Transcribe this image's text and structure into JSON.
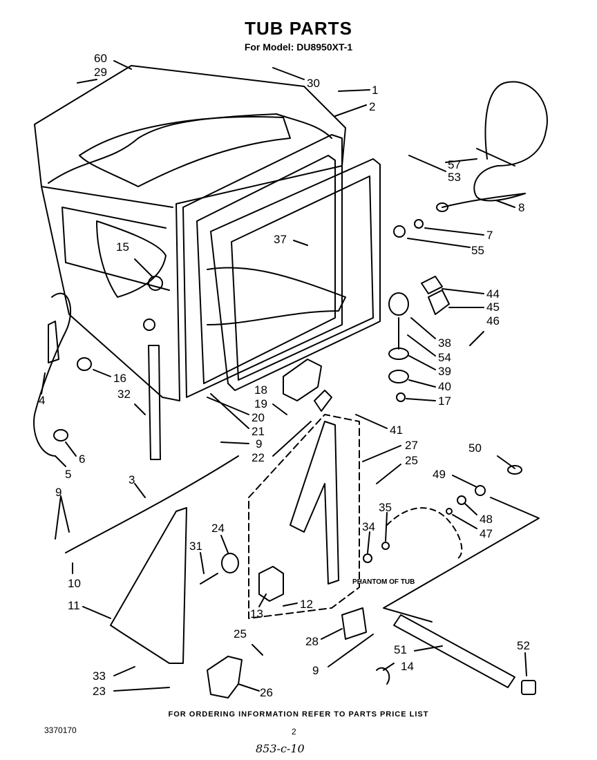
{
  "title": "TUB PARTS",
  "subtitle": "For Model: DU8950XT-1",
  "footer_note": "FOR ORDERING INFORMATION REFER TO PARTS PRICE LIST",
  "doc_number": "3370170",
  "page_number": "2",
  "handwritten_note": "853-c-10",
  "phantom_label": "PHANTOM OF TUB",
  "callouts": [
    "60",
    "29",
    "30",
    "1",
    "2",
    "57",
    "53",
    "8",
    "7",
    "55",
    "37",
    "15",
    "44",
    "45",
    "46",
    "38",
    "54",
    "39",
    "40",
    "17",
    "16",
    "18",
    "19",
    "20",
    "21",
    "41",
    "27",
    "25",
    "50",
    "49",
    "48",
    "47",
    "35",
    "34",
    "32",
    "6",
    "5",
    "4",
    "9",
    "22",
    "3",
    "9",
    "10",
    "11",
    "24",
    "31",
    "13",
    "12",
    "28",
    "25",
    "26",
    "33",
    "23",
    "9",
    "14",
    "51",
    "52"
  ]
}
